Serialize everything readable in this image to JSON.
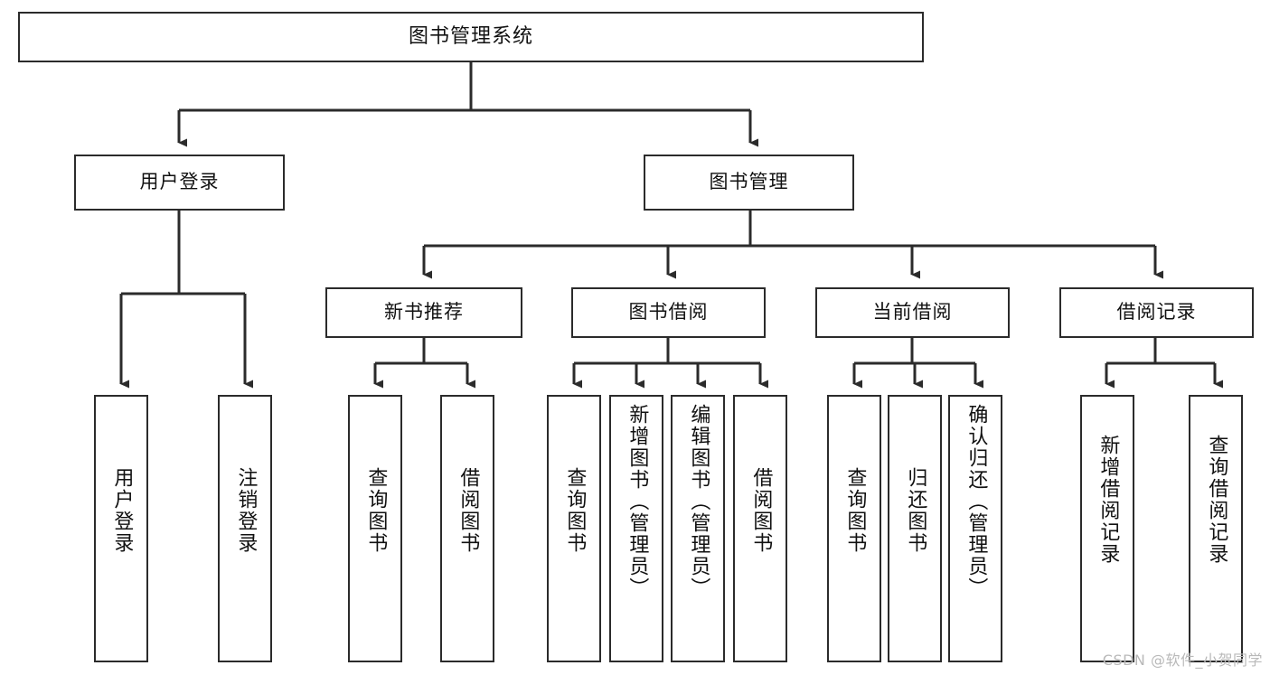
{
  "diagram": {
    "title": "图书管理系统",
    "type": "hierarchy-tree",
    "levels": 4,
    "colors": {
      "box_border": "#2b2b2b",
      "box_fill": "#ffffff",
      "edge": "#2b2b2b",
      "text": "#111111",
      "watermark": "#b9b9b9"
    },
    "level1": {
      "root": {
        "label": "图书管理系统"
      }
    },
    "level2": [
      {
        "id": "user-login",
        "label": "用户登录"
      },
      {
        "id": "book-management",
        "label": "图书管理"
      }
    ],
    "level3": [
      {
        "id": "new-book-recommend",
        "label": "新书推荐",
        "parent": "book-management"
      },
      {
        "id": "book-borrow",
        "label": "图书借阅",
        "parent": "book-management"
      },
      {
        "id": "current-borrow",
        "label": "当前借阅",
        "parent": "book-management"
      },
      {
        "id": "borrow-record",
        "label": "借阅记录",
        "parent": "book-management"
      }
    ],
    "level4": [
      {
        "id": "leaf-user-login",
        "label": "用户登录",
        "parent": "user-login"
      },
      {
        "id": "leaf-logout-login",
        "label": "注销登录",
        "parent": "user-login"
      },
      {
        "id": "leaf-query-book-1",
        "label": "查询图书",
        "parent": "new-book-recommend"
      },
      {
        "id": "leaf-borrow-book-1",
        "label": "借阅图书",
        "parent": "new-book-recommend"
      },
      {
        "id": "leaf-query-book-2",
        "label": "查询图书",
        "parent": "book-borrow"
      },
      {
        "id": "leaf-add-book",
        "label": "新增图书（管理员）",
        "parent": "book-borrow"
      },
      {
        "id": "leaf-edit-book",
        "label": "编辑图书（管理员）",
        "parent": "book-borrow"
      },
      {
        "id": "leaf-borrow-book-2",
        "label": "借阅图书",
        "parent": "book-borrow"
      },
      {
        "id": "leaf-query-book-3",
        "label": "查询图书",
        "parent": "current-borrow"
      },
      {
        "id": "leaf-return-book",
        "label": "归还图书",
        "parent": "current-borrow"
      },
      {
        "id": "leaf-confirm-return",
        "label": "确认归还（管理员）",
        "parent": "current-borrow"
      },
      {
        "id": "leaf-add-record",
        "label": "新增借阅记录",
        "parent": "borrow-record"
      },
      {
        "id": "leaf-query-record",
        "label": "查询借阅记录",
        "parent": "borrow-record"
      }
    ]
  },
  "watermark": {
    "text": "CSDN @软件_小贺同学"
  }
}
